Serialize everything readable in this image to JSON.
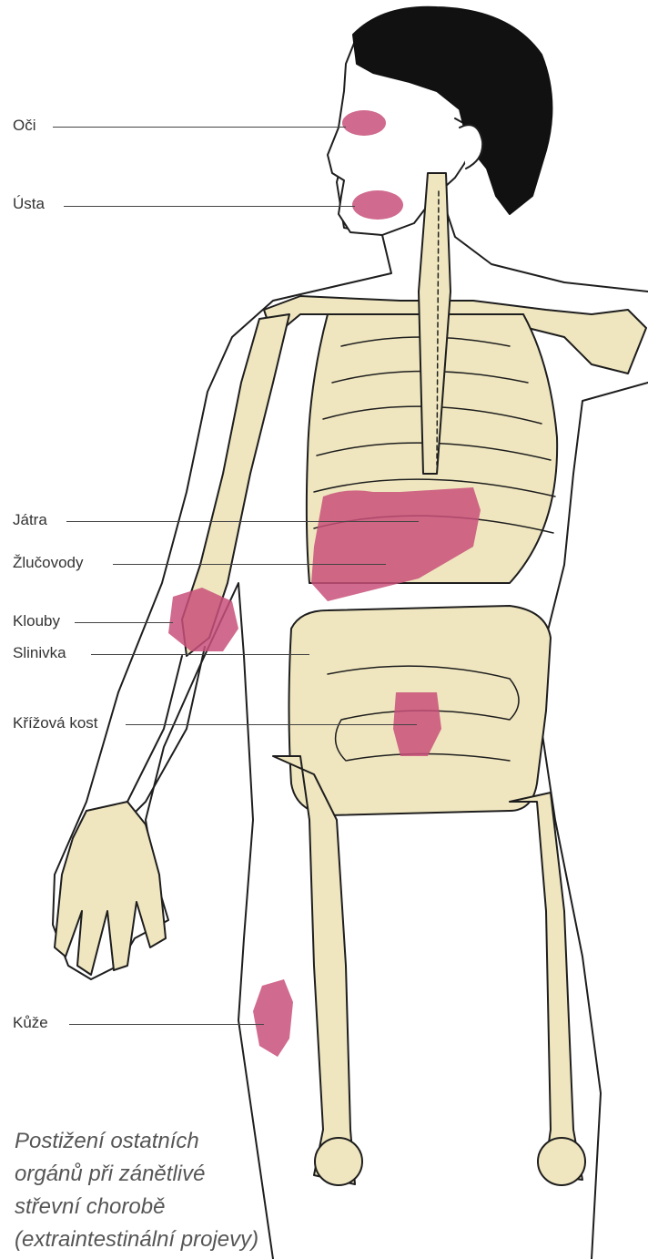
{
  "labels": {
    "oci": "Oči",
    "usta": "Ústa",
    "jatra": "Játra",
    "zlucovody": "Žlučovody",
    "klouby": "Klouby",
    "slinivka": "Slinivka",
    "krizova_kost": "Křížová kost",
    "kuze": "Kůže"
  },
  "caption": {
    "line1": "Postižení ostatních",
    "line2": "orgánů při zánětlivé",
    "line3": "střevní chorobě",
    "line4": "(extraintestinální projevy)"
  },
  "colors": {
    "bone": "#efe6bf",
    "affected": "#c8507a",
    "outline": "#1e1e1e",
    "hair": "#111111"
  }
}
